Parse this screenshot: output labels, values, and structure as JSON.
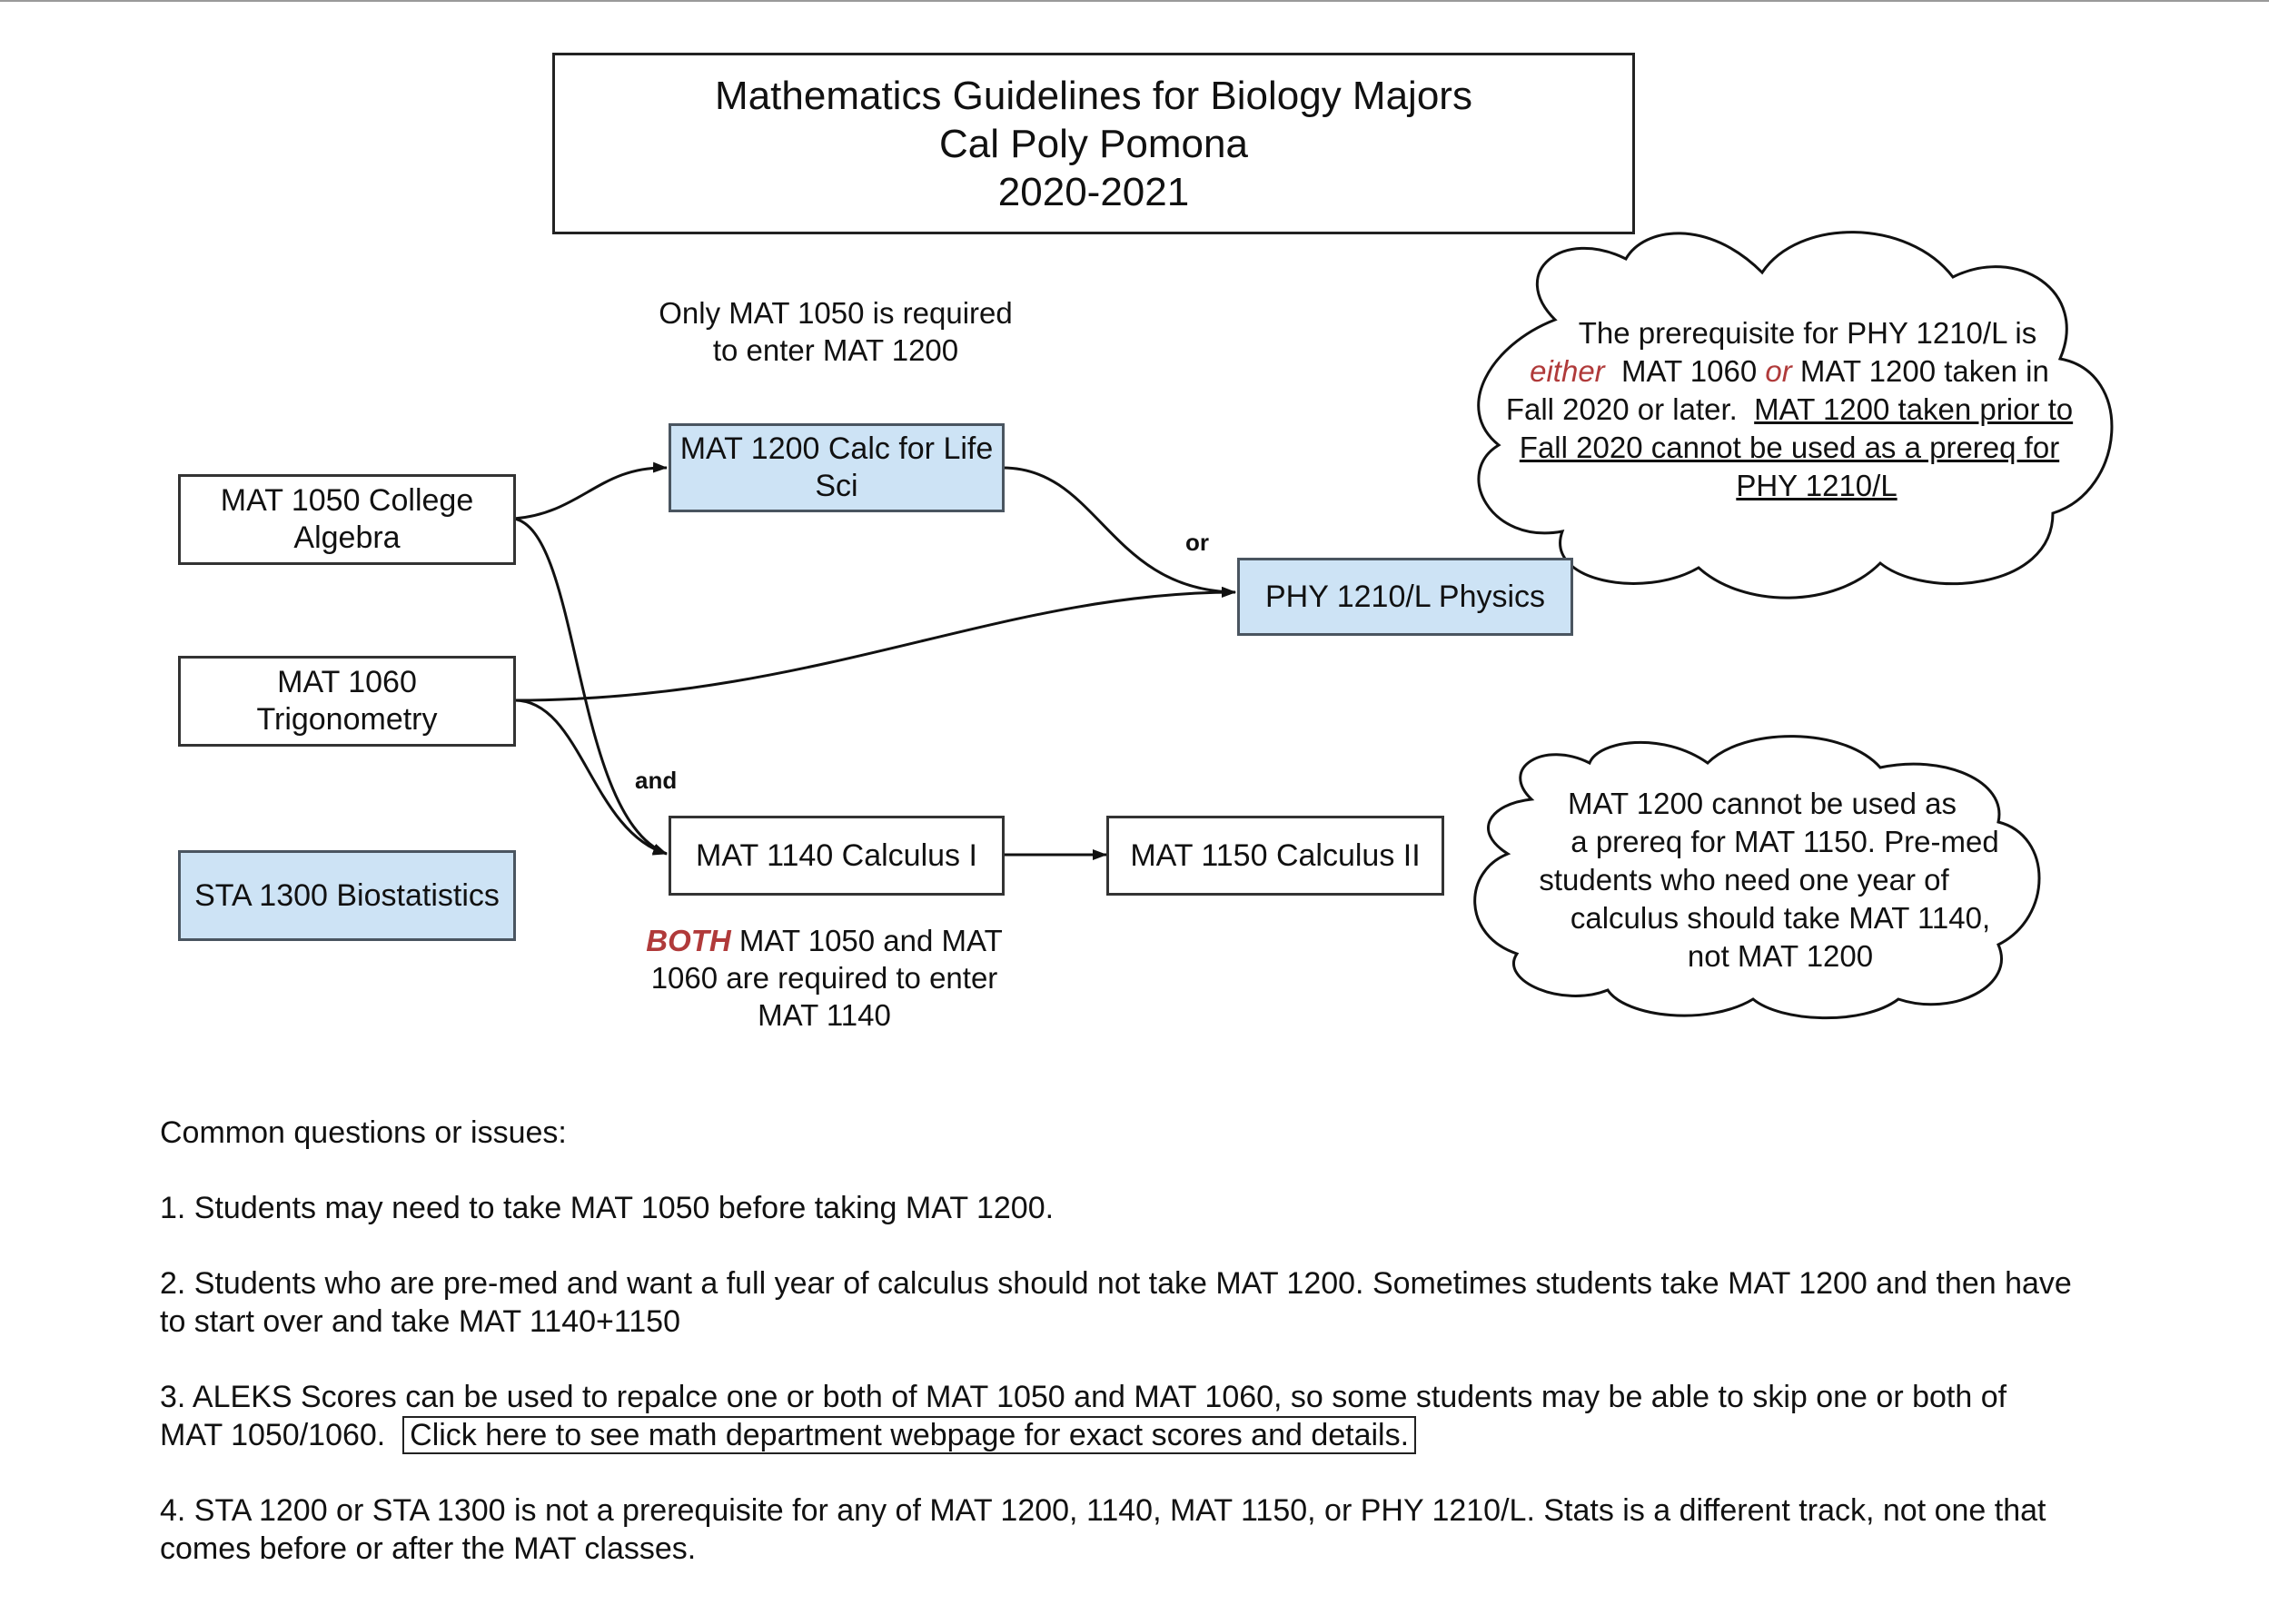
{
  "title": {
    "line1": "Mathematics Guidelines for Biology Majors",
    "line2": "Cal Poly Pomona",
    "line3": "2020-2021"
  },
  "nodes": {
    "mat1050": "MAT 1050 College Algebra",
    "mat1060": "MAT 1060 Trigonometry",
    "sta1300": "STA 1300 Biostatistics",
    "mat1200": "MAT 1200 Calc for Life Sci",
    "mat1140": "MAT 1140 Calculus I",
    "mat1150": "MAT 1150 Calculus II",
    "phy1210": "PHY 1210/L Physics"
  },
  "labels": {
    "or": "or",
    "and": "and"
  },
  "notes": {
    "mat1200_req_line1": "Only MAT 1050 is required",
    "mat1200_req_line2": "to enter MAT 1200",
    "mat1140_req_emph": "BOTH",
    "mat1140_req_rest": " MAT 1050 and MAT 1060 are required to enter MAT 1140"
  },
  "cloud_phy": {
    "t1": "The prerequisite for PHY 1210/L is",
    "t2_either": "either",
    "t2_mid": "  MAT 1060 ",
    "t2_or": "or",
    "t2_end": " MAT 1200 taken in",
    "t3": "Fall 2020 or later.  ",
    "t3_u": "MAT 1200 taken prior to",
    "t4_u": "Fall 2020 cannot be used as a prereq for",
    "t5_u": "PHY 1210/L"
  },
  "cloud_mat1150": {
    "l1": "MAT 1200 cannot be used as",
    "l2": "a prereq for MAT 1150.  Pre-med",
    "l3": "students who need one year of",
    "l4": "calculus should take MAT 1140,",
    "l5": "not MAT 1200"
  },
  "questions": {
    "heading": "Common questions or issues:",
    "q1": "1. Students may need to take MAT 1050 before taking MAT 1200.",
    "q2": "2. Students who are pre-med and want a full year of calculus should not take MAT 1200.  Sometimes students take MAT 1200 and then have to start over and take MAT 1140+1150",
    "q3": "3. ALEKS Scores can be used to repalce one or both of MAT 1050 and MAT 1060, so some students may be able to skip one or both of MAT 1050/1060.  ",
    "q3_link": "Click here to see math department webpage for exact scores and details.",
    "q4": "4. STA 1200 or STA 1300 is not a prerequisite for any of MAT 1200, 1140, MAT 1150, or PHY 1210/L.  Stats is a different track, not one that comes before or after the MAT classes."
  }
}
